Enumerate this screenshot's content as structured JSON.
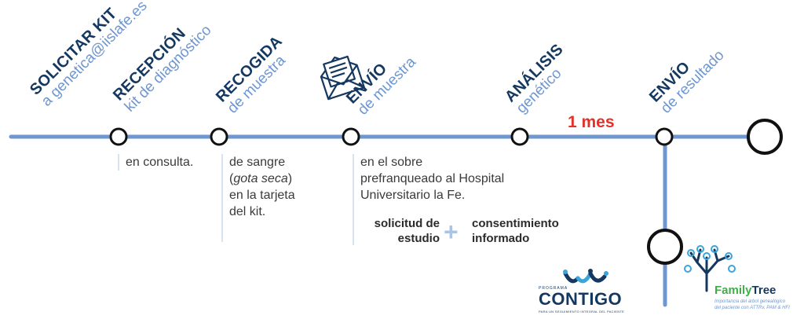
{
  "steps": [
    {
      "title": "SOLICITAR KIT",
      "subtitle": "a genetica@iislafe.es"
    },
    {
      "title": "RECEPCIÓN",
      "subtitle": "kit de diagnóstico"
    },
    {
      "title": "RECOGIDA",
      "subtitle": "de muestra"
    },
    {
      "title": "ENVÍO",
      "subtitle": "de muestra"
    },
    {
      "title": "ANÁLISIS",
      "subtitle": "genético"
    },
    {
      "title": "ENVÍO",
      "subtitle": "de resultado"
    }
  ],
  "descriptions": {
    "reception": "en consulta.",
    "collection": {
      "line1": "de sangre",
      "paren_open": "(",
      "italic": "gota seca",
      "paren_close": ")",
      "line3": "en la tarjeta",
      "line4": "del kit."
    },
    "shipping": {
      "line1": "en el sobre",
      "line2": "prefranqueado al Hospital",
      "line3": "Universitario la Fe."
    }
  },
  "requirements": {
    "left": {
      "line1": "solicitud de",
      "line2": "estudio"
    },
    "plus": "+",
    "right": {
      "line1": "consentimiento",
      "line2": "informado"
    }
  },
  "duration_label": "1 mes",
  "logos": {
    "contigo": {
      "program": "PROGRAMA",
      "name": "CONTIGO",
      "tagline": "PARA UN SEGUIMIENTO INTEGRAL DEL PACIENTE"
    },
    "familytree": {
      "family": "Family",
      "tree": "Tree",
      "tagline_1": "Importancia del árbol genealógico",
      "tagline_2": "del paciente con ATTRv, PAM & HFI"
    }
  },
  "icons": [
    "envelope-icon",
    "tree-icon"
  ],
  "colors": {
    "line": "#6f97cf",
    "title": "#14385f",
    "subtitle": "#6f97cf",
    "accent": "#e2322b",
    "plus": "#a9c4e6",
    "ft_green": "#3fae49"
  }
}
